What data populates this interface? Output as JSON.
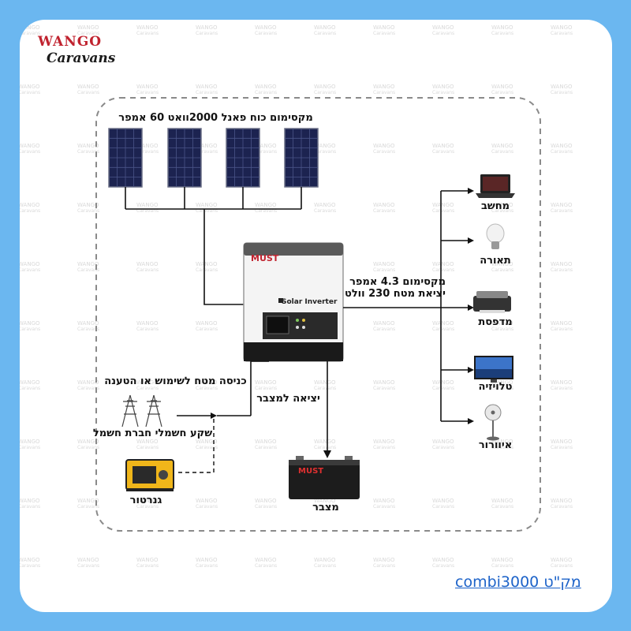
{
  "brand": {
    "logo_line1": "WANGO",
    "logo_line2": "Caravans"
  },
  "watermark": {
    "line1": "WANGO",
    "line2": "Caravans"
  },
  "labels": {
    "solar_max": "מקסימום כוח פאנל 2000וואט 60 אמפר",
    "output_max_line1": "מקסימום 4.3 אמפר",
    "output_max_line2": "יציאת מטח 230 וולט",
    "grid_input": "כניסה מטח לשימוש או הטענה",
    "grid_socket": "שקע חשמלי חברת חשמל",
    "generator": "גנרטור",
    "battery_output": "יציאה למצבר",
    "battery": "מצבר"
  },
  "inverter": {
    "brand": "MUST",
    "model_label": "Solar Inverter"
  },
  "battery_device": {
    "brand": "MUST"
  },
  "loads": [
    {
      "label": "מחשב",
      "icon": "laptop-icon"
    },
    {
      "label": "תאורה",
      "icon": "lightbulb-icon"
    },
    {
      "label": "מדפסת",
      "icon": "printer-icon"
    },
    {
      "label": "טלויזיה",
      "icon": "television-icon"
    },
    {
      "label": "איוורור",
      "icon": "fan-icon"
    }
  ],
  "footer_link": "מק\"ט combi3000",
  "colors": {
    "background": "#6bb7f0",
    "card": "#ffffff",
    "brand_red": "#c0232f",
    "link": "#1d63c9",
    "panel": "#1c2350"
  }
}
